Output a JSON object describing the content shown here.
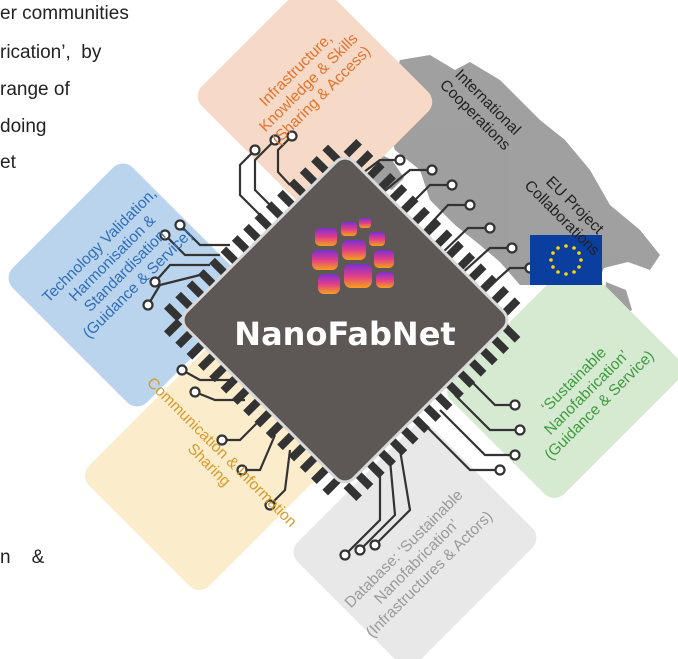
{
  "paragraph_fragments": [
    "er communities",
    "rication’,  by",
    "range of",
    "doing",
    "et",
    "n    &"
  ],
  "chip": {
    "label": "NanoFabNet"
  },
  "quadrants": {
    "infrastructure": [
      "Infrastructure,",
      "Knowledge & Skills",
      "(Sharing & Access)"
    ],
    "international": [
      "International",
      "Cooperations"
    ],
    "eu_project": [
      "EU Project",
      "Collaborations"
    ],
    "technology": [
      "Technology Validation,",
      "Harmonisation &",
      "Standardisation",
      "(Guidance & Service)"
    ],
    "sustainable": [
      "‘Sustainable",
      "Nanofabrication’",
      "(Guidance & Service)"
    ],
    "communication": [
      "Communication & Information",
      "Sharing"
    ],
    "database": [
      "Database: ‘Sustainable",
      "Nanofabrication’",
      "(Infrastructures & Actors)"
    ]
  },
  "colors": {
    "orange_panel": "#f6d9c6",
    "orange_text": "#e2742f",
    "blue_panel": "#bad4ee",
    "blue_text": "#2f6fb8",
    "yellow_panel": "#fbeccb",
    "yellow_text": "#d69a2a",
    "green_panel": "#d6ead2",
    "green_text": "#3f9a3f",
    "grey_panel": "#e8e8e8",
    "grey_text": "#9a9a9a",
    "chip": "#5d5755",
    "eu_blue": "#0a3fa0",
    "eu_star": "#ffd600"
  }
}
